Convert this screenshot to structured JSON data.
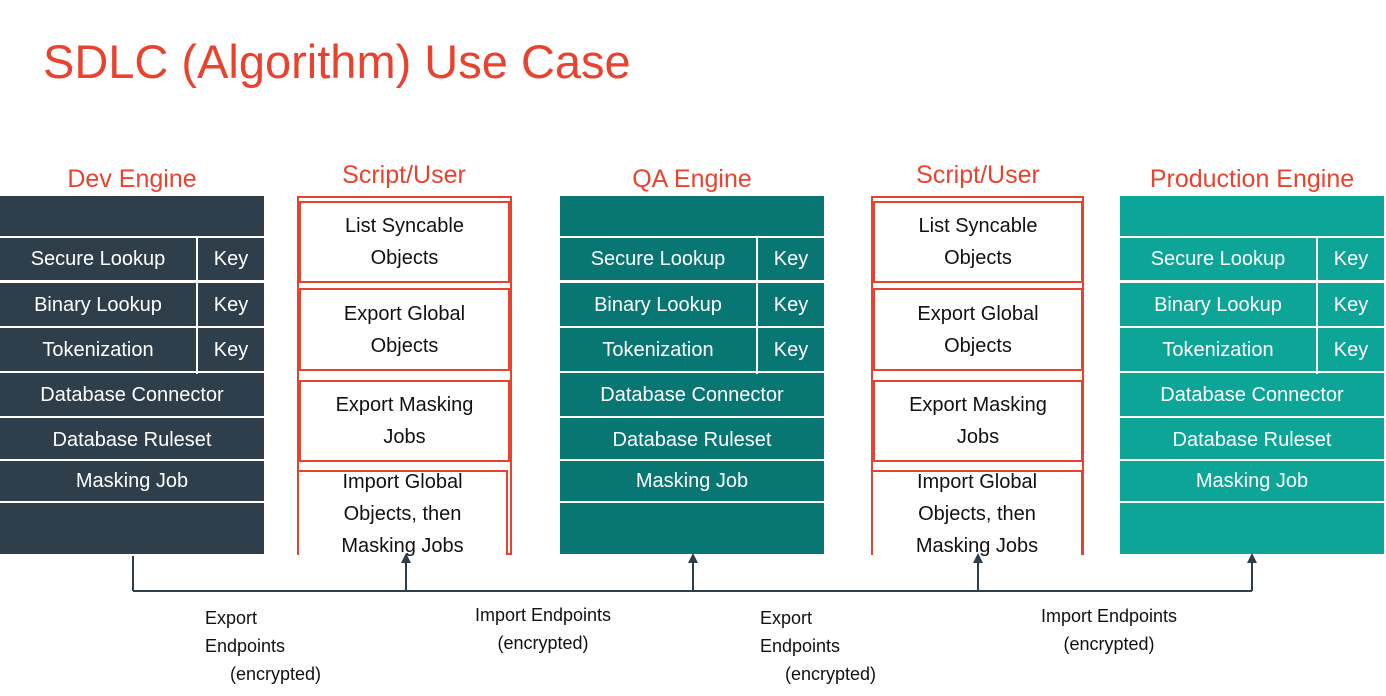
{
  "title": "SDLC (Algorithm) Use Case",
  "colors": {
    "dev": "#2f3e4b",
    "qa": "#087673",
    "prod": "#0da597",
    "accent": "#e8432f",
    "line": "#2d3e4d"
  },
  "engines": [
    {
      "name": "Dev Engine",
      "rows": [
        {
          "label": "Secure Lookup",
          "key": "Key"
        },
        {
          "label": "Binary Lookup",
          "key": "Key"
        },
        {
          "label": "Tokenization",
          "key": "Key"
        },
        {
          "label": "Database Connector"
        },
        {
          "label": "Database Ruleset"
        },
        {
          "label": "Masking Job"
        }
      ]
    },
    {
      "name": "QA Engine",
      "rows": [
        {
          "label": "Secure Lookup",
          "key": "Key"
        },
        {
          "label": "Binary Lookup",
          "key": "Key"
        },
        {
          "label": "Tokenization",
          "key": "Key"
        },
        {
          "label": "Database Connector"
        },
        {
          "label": "Database Ruleset"
        },
        {
          "label": "Masking Job"
        }
      ]
    },
    {
      "name": "Production Engine",
      "rows": [
        {
          "label": "Secure Lookup",
          "key": "Key"
        },
        {
          "label": "Binary Lookup",
          "key": "Key"
        },
        {
          "label": "Tokenization",
          "key": "Key"
        },
        {
          "label": "Database Connector"
        },
        {
          "label": "Database Ruleset"
        },
        {
          "label": "Masking Job"
        }
      ]
    }
  ],
  "scripts": [
    {
      "name": "Script/User",
      "steps": [
        "List Syncable\nObjects",
        "Export Global\nObjects",
        "Export Masking\nJobs",
        "Import Global\nObjects, then\nMasking Jobs"
      ]
    },
    {
      "name": "Script/User",
      "steps": [
        "List Syncable\nObjects",
        "Export Global\nObjects",
        "Export Masking\nJobs",
        "Import Global\nObjects, then\nMasking Jobs"
      ]
    }
  ],
  "flows": [
    {
      "lines": [
        "Export",
        "Endpoints",
        "(encrypted)"
      ]
    },
    {
      "lines": [
        "Import Endpoints",
        "(encrypted)"
      ]
    },
    {
      "lines": [
        "Export",
        "Endpoints",
        "(encrypted)"
      ]
    },
    {
      "lines": [
        "Import Endpoints",
        "(encrypted)"
      ]
    }
  ]
}
